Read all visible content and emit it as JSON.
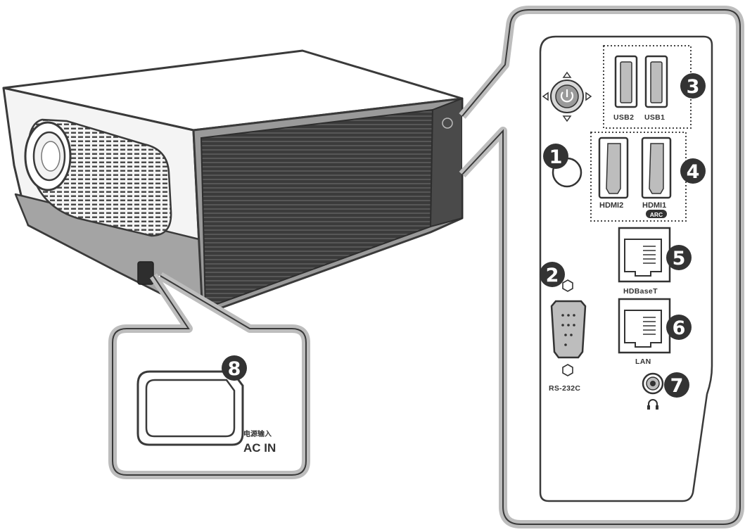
{
  "ports": {
    "usb2": "USB2",
    "usb1": "USB1",
    "hdmi2": "HDMI2",
    "hdmi1": "HDMI1",
    "arc": "ARC",
    "hdbaset": "HDBaseT",
    "lan": "LAN",
    "rs232c": "RS-232C",
    "ac_in_cn": "电源输入",
    "ac_in": "AC IN"
  },
  "callouts": [
    "1",
    "2",
    "3",
    "4",
    "5",
    "6",
    "7",
    "8"
  ],
  "icons": {
    "power": "power-icon",
    "headphone": "headphone-icon",
    "screw": "screw-icon"
  },
  "colors": {
    "line": "#3a3a3a",
    "badge": "#333333",
    "panel_fill": "#bdbdbd",
    "vent_dark": "#3b3b3b",
    "body_white": "#f4f4f4",
    "bottom_grey": "#9a9a9a"
  }
}
